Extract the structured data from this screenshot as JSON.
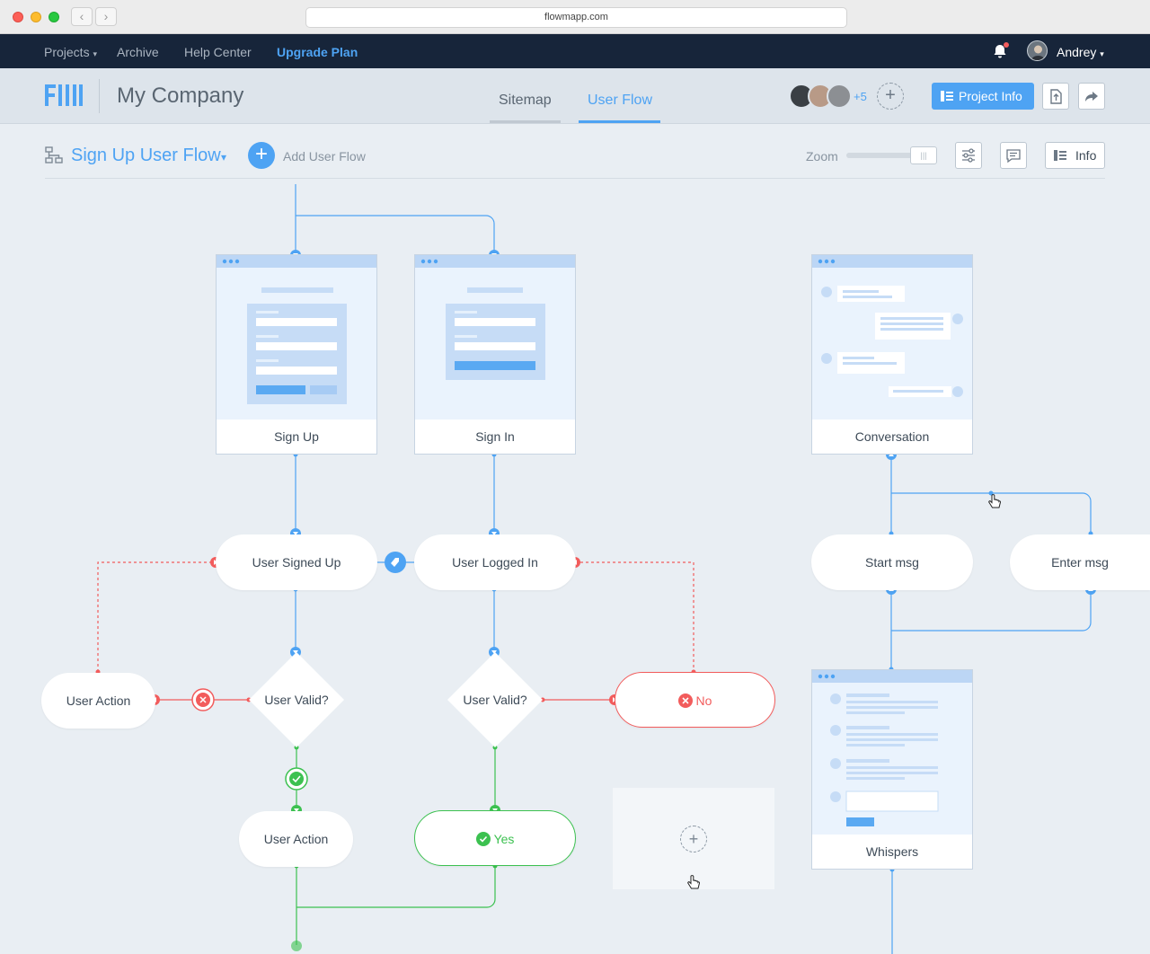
{
  "browser": {
    "url": "flowmapp.com"
  },
  "topnav": {
    "projects": "Projects",
    "archive": "Archive",
    "help": "Help Center",
    "upgrade": "Upgrade Plan",
    "user": "Andrey"
  },
  "header": {
    "company": "My Company",
    "tabs": {
      "sitemap": "Sitemap",
      "userflow": "User Flow"
    },
    "team_extra": "+5",
    "project_info": "Project Info"
  },
  "toolbar": {
    "flow_title": "Sign Up User Flow",
    "add_flow": "Add User Flow",
    "zoom": "Zoom",
    "info": "Info"
  },
  "screens": {
    "signup": "Sign Up",
    "signin": "Sign In",
    "conversation": "Conversation",
    "whispers": "Whispers"
  },
  "nodes": {
    "user_signed_up": "User Signed Up",
    "user_logged_in": "User Logged In",
    "user_action_left": "User Action",
    "user_valid_1": "User Valid?",
    "user_valid_2": "User Valid?",
    "no": "No",
    "user_action_bottom": "User Action",
    "yes": "Yes",
    "start_msg": "Start msg",
    "enter_msg": "Enter msg"
  },
  "colors": {
    "accent": "#4ea3f3",
    "error": "#f25c5c",
    "success": "#3cc150",
    "nav": "#17253a"
  }
}
